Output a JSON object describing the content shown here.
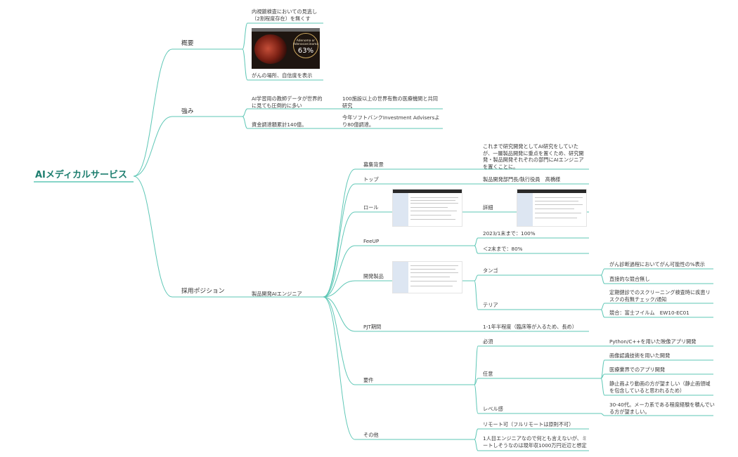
{
  "mindmap": {
    "root": "AIメディカルサービス",
    "gaiyou": {
      "label": "概要",
      "note1": "内視鏡検査においての見逃し（2割程度存在）を無くす",
      "image_text": [
        "Adenoma or",
        "Adenocarcinoma",
        "63%"
      ],
      "note2": "がんの場所、自信度を表示"
    },
    "tsuyomi": {
      "label": "強み",
      "item1": "AI学習用の教師データが世界的に見ても圧倒的に多い",
      "item1_child": "100施設以上の世界有数の医療機関と共同研究",
      "item2": "資金調達額累計140億。",
      "item2_child": "今年ソフトバンクInvestment Advisersより80億調達。"
    },
    "position": {
      "label": "採用ポジション",
      "role": "製品開発AIエンジニア",
      "boshu": {
        "label": "募集背景",
        "detail": "これまで研究開発としてAI研究をしていたが、一層製品開発に重点を置くため、研究開発・製品開発それぞれの部門にAIエンジニアを置くことに。"
      },
      "top": {
        "label": "トップ",
        "detail": "製品開発部門長/執行役員　高橋様"
      },
      "role_item": {
        "label": "ロール",
        "detail": "詳細"
      },
      "fee": {
        "label": "FeeUP",
        "v1": "2023/1末まで：100%",
        "v2": "＜2末まで：80%"
      },
      "products": {
        "label": "開発製品",
        "tango": {
          "label": "タンゴ",
          "c1": "がん診断過程においてがん可能性の%表示",
          "c2": "直接的な競合無し"
        },
        "teria": {
          "label": "テリア",
          "c1": "定期健診でのスクリーニング検査時に疾患リスクの有無チェック/通知",
          "c2": "競合：富士フイルム　EW10-EC01"
        }
      },
      "pjt": {
        "label": "PJT期間",
        "detail": "1-1年半程度（臨床等が入るため、長め）"
      },
      "youken": {
        "label": "要件",
        "hissu": {
          "label": "必須",
          "c1": "Python/C++を用いた映像アプリ開発"
        },
        "nini": {
          "label": "任意",
          "c1": "画像認識技術を用いた開発",
          "c2": "医療業界でのアプリ開発",
          "c3": "静止画より動画の方が望ましい（静止画領域を包含していると思われるため）"
        },
        "level": {
          "label": "レベル感",
          "c1": "30-40代。メーカ系である程度経験を積んでいる方が望ましい。"
        }
      },
      "other": {
        "label": "その他",
        "c1": "リモート可（フルリモートは原則不可）",
        "c2": "1人目エンジニアなので何とも言えないが、ミートしそうなのは現年収1000万円近辺と想定"
      }
    }
  },
  "colors": {
    "line": "#5ec7b6",
    "root": "#1d7e6f"
  }
}
